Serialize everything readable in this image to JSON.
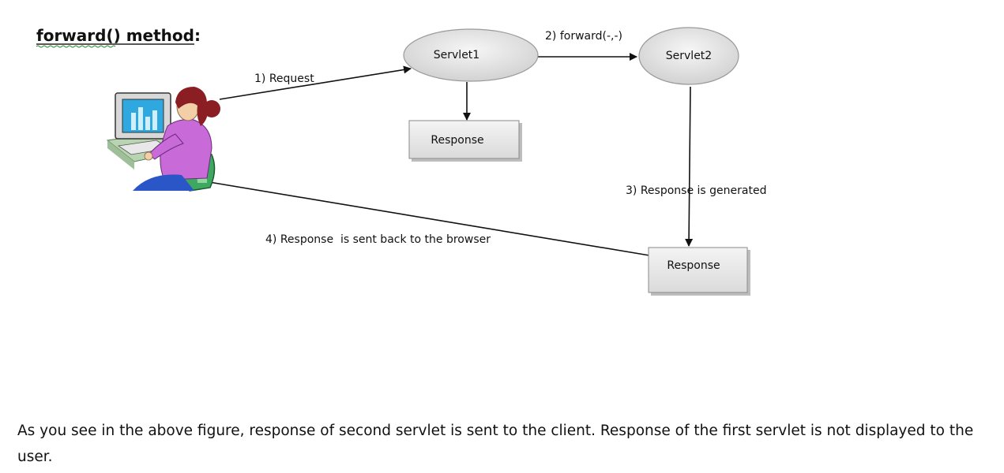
{
  "diagram": {
    "title": "forward() method:",
    "nodes": {
      "servlet1": "Servlet1",
      "servlet2": "Servlet2",
      "response1": "Response",
      "response2": "Response"
    },
    "edges": {
      "request": "1) Request",
      "forward": "2) forward(-,-)",
      "generated": "3) Response is generated",
      "sent_back": "4) Response  is sent back to the browser"
    }
  },
  "caption": "As you see in the above figure, response of second servlet is sent to the client. Response of the first servlet is not displayed to the user.",
  "colors": {
    "ellipse_fill": "#e6e6e6",
    "box_fill": "#e8e8e8",
    "shirt": "#c86ad8",
    "hair": "#8a1e22",
    "chair": "#3fa860",
    "monitor_screen": "#2fa8e0"
  }
}
